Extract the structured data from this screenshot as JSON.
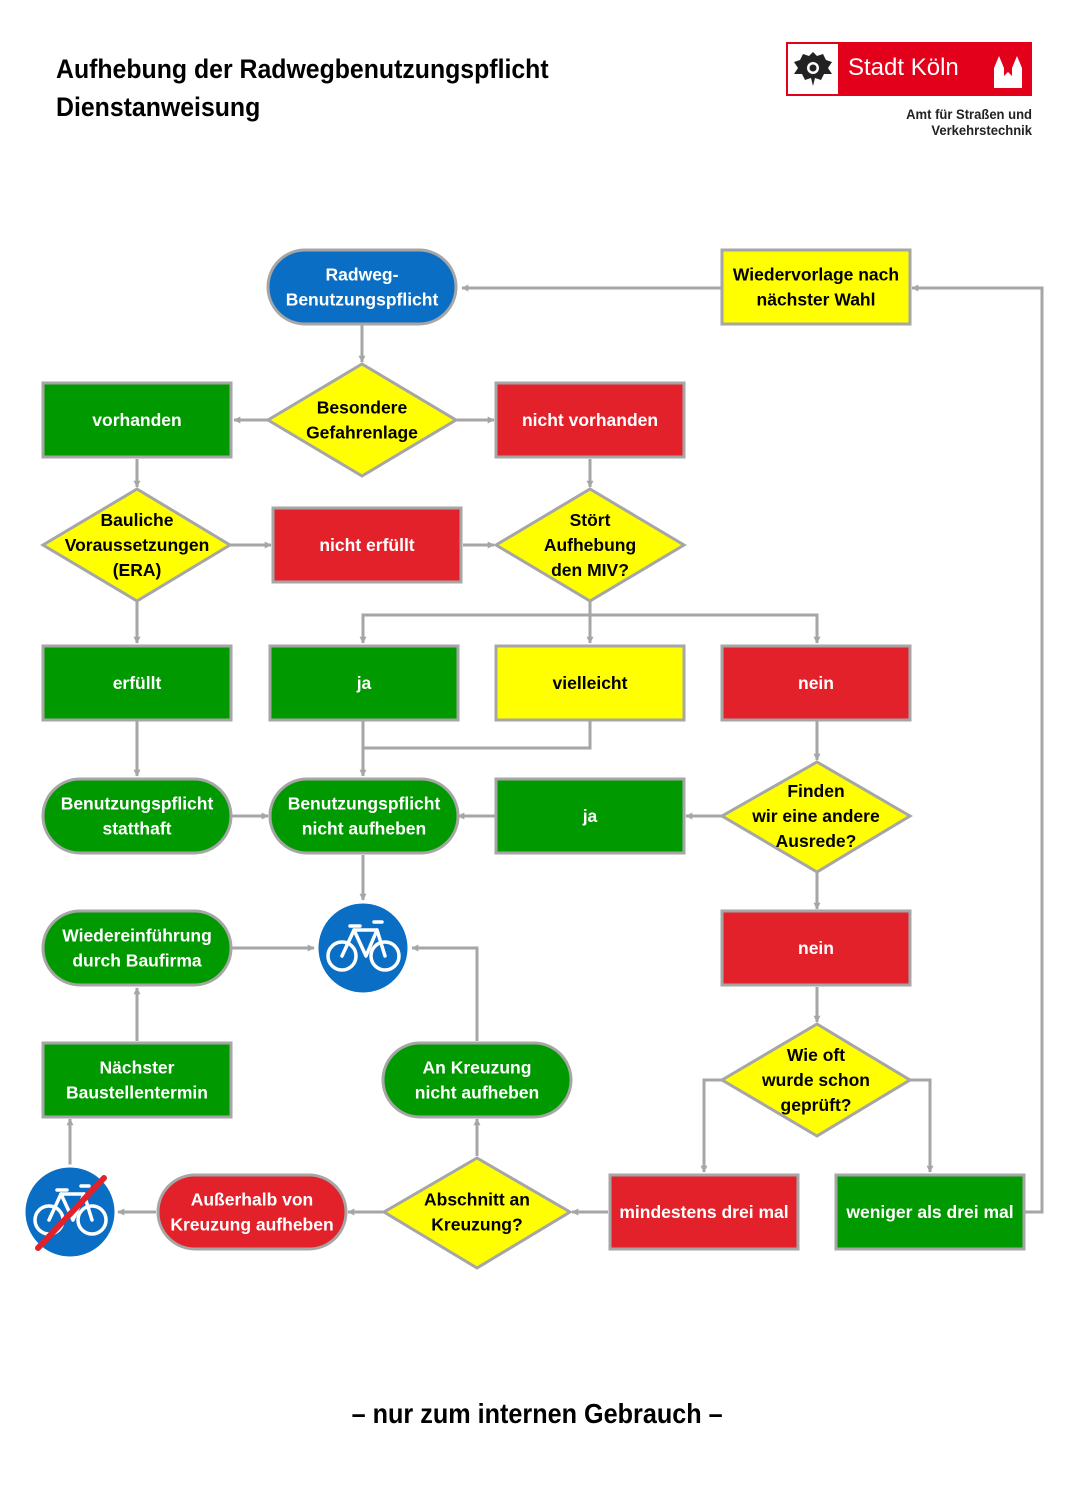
{
  "header": {
    "title_line1": "Aufhebung der Radwegbenutzungspflicht",
    "title_line2": "Dienstanweisung",
    "logo_text": "Stadt Köln",
    "logo_subtitle": "Amt für Straßen und Verkehrstechnik"
  },
  "colors": {
    "blue": "#0a6fc4",
    "green": "#009a00",
    "red": "#e3212a",
    "yellow": "#ffff00",
    "connector": "#a6a6a6",
    "outline": "#a6a6a6"
  },
  "icons": {
    "sign_cycle_path": "bicycle-sign-icon",
    "sign_cycle_path_cancelled": "bicycle-sign-crossed-icon"
  },
  "nodes": {
    "start": [
      "Radweg-",
      "Benutzungspflicht"
    ],
    "wiedervorlage": [
      "Wiedervorlage nach",
      "nächster Wahl"
    ],
    "gefahrenlage": [
      "Besondere",
      "Gefahrenlage"
    ],
    "vorhanden": [
      "vorhanden"
    ],
    "nicht_vorhanden": [
      "nicht vorhanden"
    ],
    "bauliche": [
      "Bauliche",
      "Voraussetzungen",
      "(ERA)"
    ],
    "nicht_erfuellt": [
      "nicht erfüllt"
    ],
    "stoert": [
      "Stört",
      "Aufhebung",
      "den MIV?"
    ],
    "erfuellt": [
      "erfüllt"
    ],
    "ja1": [
      "ja"
    ],
    "vielleicht": [
      "vielleicht"
    ],
    "nein1": [
      "nein"
    ],
    "statthaft": [
      "Benutzungspflicht",
      "statthaft"
    ],
    "nicht_aufheben": [
      "Benutzungspflicht",
      "nicht aufheben"
    ],
    "ja2": [
      "ja"
    ],
    "ausrede": [
      "Finden",
      "wir eine andere",
      "Ausrede?"
    ],
    "wiedereinfuehrung": [
      "Wiedereinführung",
      "durch Baufirma"
    ],
    "nein2": [
      "nein"
    ],
    "baustellentermin": [
      "Nächster",
      "Baustellentermin"
    ],
    "kreuzung_nicht": [
      "An Kreuzung",
      "nicht aufheben"
    ],
    "wie_oft": [
      "Wie oft",
      "wurde schon",
      "geprüft?"
    ],
    "ausserhalb": [
      "Außerhalb von",
      "Kreuzung aufheben"
    ],
    "abschnitt": [
      "Abschnitt an",
      "Kreuzung?"
    ],
    "mindestens": [
      "mindestens drei mal"
    ],
    "weniger": [
      "weniger als drei mal"
    ]
  },
  "footer": "– nur zum internen Gebrauch –"
}
